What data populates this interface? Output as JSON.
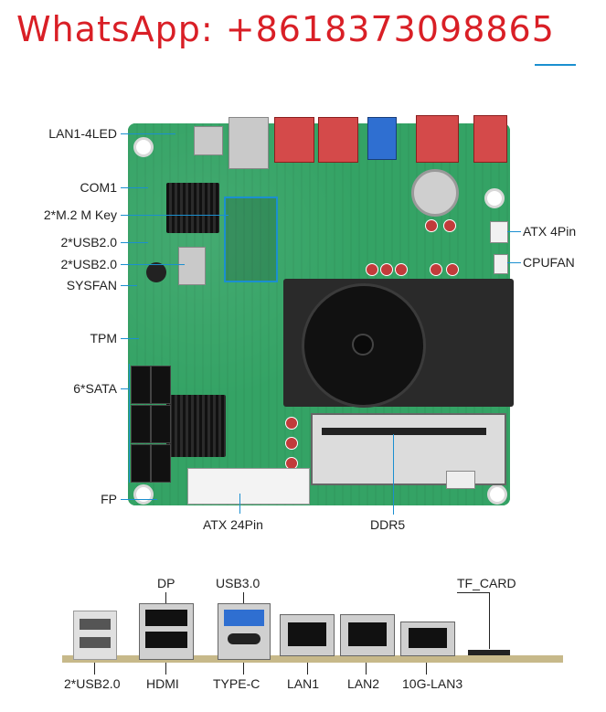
{
  "banner": {
    "text": "WhatsApp: +8618373098865"
  },
  "left_labels": {
    "lan_led": "LAN1-4LED",
    "com1": "COM1",
    "m2": "2*M.2 M Key",
    "usb20_a": "2*USB2.0",
    "usb20_b": "2*USB2.0",
    "sysfan": "SYSFAN",
    "tpm": "TPM",
    "sata": "6*SATA",
    "fp": "FP"
  },
  "right_labels": {
    "atx4": "ATX 4Pin",
    "cpufan": "CPUFAN"
  },
  "bottom_labels": {
    "atx24": "ATX 24Pin",
    "ddr5": "DDR5"
  },
  "io_panel": {
    "top_labels": {
      "dp": "DP",
      "usb30": "USB3.0",
      "tf_card": "TF_CARD"
    },
    "bottom_labels": {
      "usb20": "2*USB2.0",
      "hdmi": "HDMI",
      "typec": "TYPE-C",
      "lan1": "LAN1",
      "lan2": "LAN2",
      "lan3": "10G-LAN3"
    }
  },
  "colors": {
    "banner": "#d91f26",
    "accent_line": "#1b8fd0",
    "pcb": "#34a365"
  }
}
